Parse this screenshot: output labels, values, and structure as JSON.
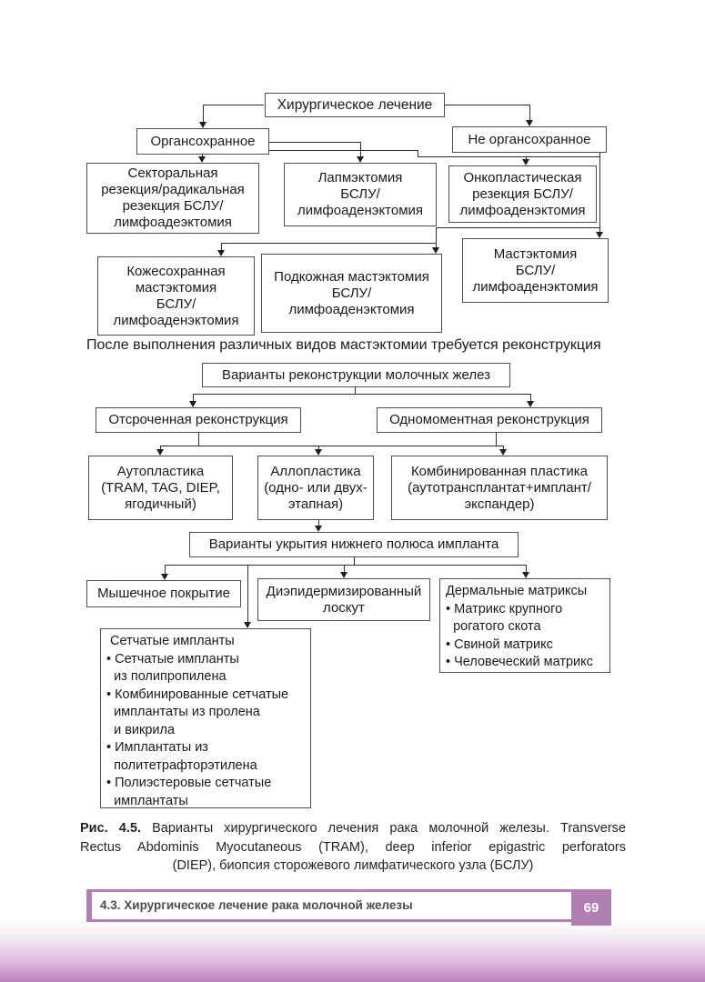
{
  "accent_color": "#b27fb2",
  "nodes": {
    "surgical": "Хирургическое лечение",
    "organ_preserving": "Органсохранное",
    "non_organ_preserving": "Не органсохранное",
    "sectoral": "Секторальная\nрезекция/радикальная\nрезекция БСЛУ/\nлимфоадеэктомия",
    "lumpectomy": "Лапмэктомия\nБСЛУ/\nлимфоаденэктомия",
    "oncoplastic": "Онкопластическая\nрезекция БСЛУ/\nлимфоаденэктомия",
    "skin_sparing": "Кожесохранная\nмастэктомия\nБСЛУ/\nлимфоаденэктомия",
    "subcutaneous": "Подкожная мастэктомия\nБСЛУ/\nлимфоаденэктомия",
    "mastectomy": "Мастэктомия\nБСЛУ/\nлимфоаденэктомия",
    "reconstruction_variants": "Варианты реконструкции молочных желез",
    "delayed": "Отсроченная реконструкция",
    "immediate": "Одномоментная реконструкция",
    "autoplasty": "Аутопластика\n(TRAM, TAG, DIEP,\nягодичный)",
    "alloplasty": "Аллопластика\n(одно- или двух-\nэтапная)",
    "combined_plasty": "Комбинированная пластика\n(аутотрансплантат+имплант/\nэкспандер)",
    "coverage_variants": "Варианты укрытия нижнего полюса импланта",
    "muscle_coverage": "Мышечное покрытие",
    "deepithelialized_flap": "Диэпидермизированный\nлоскут",
    "dermal_matrices": "Дермальные матриксы\n• Матрикс крупного\n  рогатого скота\n• Свиной матрикс\n• Человеческий матрикс",
    "mesh_implants": " Сетчатые импланты\n• Сетчатые импланты\n  из полипропилена\n• Комбинированные сетчатые\n  имплантаты из пролена\n  и викрила\n• Имплантаты из\n  политетрафторэтилена\n• Полиэстеровые сетчатые\n  имплантаты"
  },
  "edges": [
    {
      "from": "surgical",
      "to": "organ_preserving"
    },
    {
      "from": "surgical",
      "to": "non_organ_preserving"
    },
    {
      "from": "organ_preserving",
      "to": "sectoral"
    },
    {
      "from": "organ_preserving",
      "to": "lumpectomy"
    },
    {
      "from": "organ_preserving",
      "to": "oncoplastic"
    },
    {
      "from": "non_organ_preserving",
      "to": "skin_sparing"
    },
    {
      "from": "non_organ_preserving",
      "to": "subcutaneous"
    },
    {
      "from": "non_organ_preserving",
      "to": "mastectomy"
    },
    {
      "from": "reconstruction_variants",
      "to": "delayed"
    },
    {
      "from": "reconstruction_variants",
      "to": "immediate"
    },
    {
      "from": "delayed",
      "to": "autoplasty"
    },
    {
      "from": "delayed",
      "to": "alloplasty"
    },
    {
      "from": "delayed",
      "to": "combined_plasty"
    },
    {
      "from": "immediate",
      "to": "autoplasty"
    },
    {
      "from": "immediate",
      "to": "alloplasty"
    },
    {
      "from": "immediate",
      "to": "combined_plasty"
    },
    {
      "from": "alloplasty",
      "to": "coverage_variants"
    },
    {
      "from": "coverage_variants",
      "to": "muscle_coverage"
    },
    {
      "from": "coverage_variants",
      "to": "deepithelialized_flap"
    },
    {
      "from": "coverage_variants",
      "to": "dermal_matrices"
    },
    {
      "from": "coverage_variants",
      "to": "mesh_implants"
    }
  ],
  "between_text": "После выполнения различных видов мастэктомии требуется реконструкция",
  "caption": {
    "label": "Рис. 4.5.",
    "line1": "Варианты хирургического лечения рака молочной железы. Transverse",
    "line2": "Rectus Abdominis Myocutaneous (TRAM), deep inferior epigastric perforators",
    "line3": "(DIEP), биопсия сторожевого лимфатического узла (БСЛУ)"
  },
  "footer": {
    "section_title": "4.3. Хирургическое лечение рака молочной железы",
    "page_number": "69"
  }
}
